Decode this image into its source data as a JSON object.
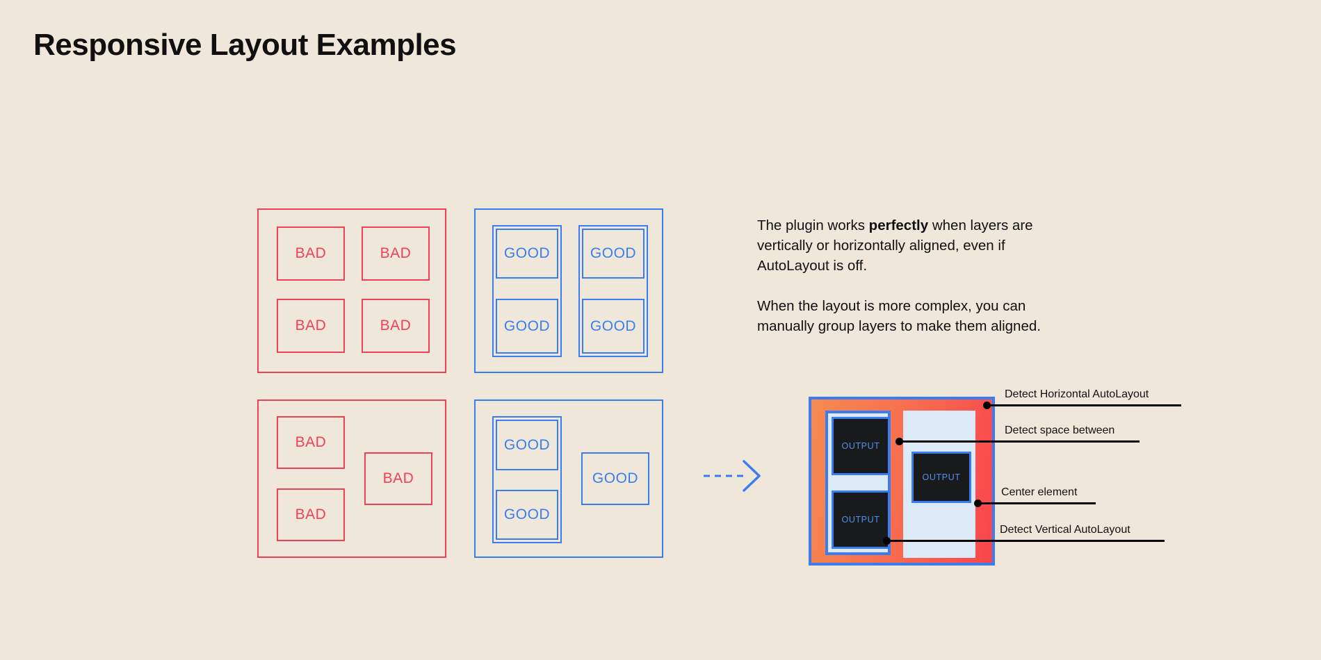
{
  "page": {
    "title": "Responsive Layout Examples",
    "background_color": "#efe8da",
    "bad_color": "#ef4058",
    "good_color": "#3b7df0",
    "text_color": "#101010"
  },
  "examples": {
    "grid_bad": {
      "name": "bad-grid-panel",
      "cells": [
        {
          "label": "BAD"
        },
        {
          "label": "BAD"
        },
        {
          "label": "BAD"
        },
        {
          "label": "BAD"
        }
      ]
    },
    "grid_good": {
      "name": "good-grid-panel",
      "cells": [
        {
          "label": "GOOD"
        },
        {
          "label": "GOOD"
        },
        {
          "label": "GOOD"
        },
        {
          "label": "GOOD"
        }
      ]
    },
    "complex_bad": {
      "name": "bad-complex-panel",
      "cells": [
        {
          "label": "BAD"
        },
        {
          "label": "BAD"
        },
        {
          "label": "BAD"
        }
      ]
    },
    "complex_good": {
      "name": "good-complex-panel",
      "cells": [
        {
          "label": "GOOD"
        },
        {
          "label": "GOOD"
        },
        {
          "label": "GOOD"
        }
      ]
    }
  },
  "arrow": {
    "icon": "dashed-arrow-right-icon",
    "color": "#3b7df0",
    "style": "dashed"
  },
  "copy": {
    "p1_before": "The plugin works ",
    "p1_bold": "perfectly",
    "p1_after": " when layers are vertically or horizontally aligned, even if AutoLayout is off.",
    "p2": "When the layout is more complex, you can manually group layers to make them aligned."
  },
  "detection": {
    "title": "detection-diagram",
    "frame_border_color": "#3b7df0",
    "fill_gradient_from": "#f58a50",
    "fill_gradient_to": "#f9454c",
    "group_fill_color": "#dceaf8",
    "output_fill_color": "#191a1c",
    "output_text_color": "#4f90f0",
    "outputs": [
      {
        "label": "OUTPUT"
      },
      {
        "label": "OUTPUT"
      },
      {
        "label": "OUTPUT"
      }
    ],
    "callouts": [
      {
        "label": "Detect Horizontal AutoLayout"
      },
      {
        "label": "Detect space between"
      },
      {
        "label": "Center element"
      },
      {
        "label": "Detect Vertical AutoLayout"
      }
    ]
  }
}
